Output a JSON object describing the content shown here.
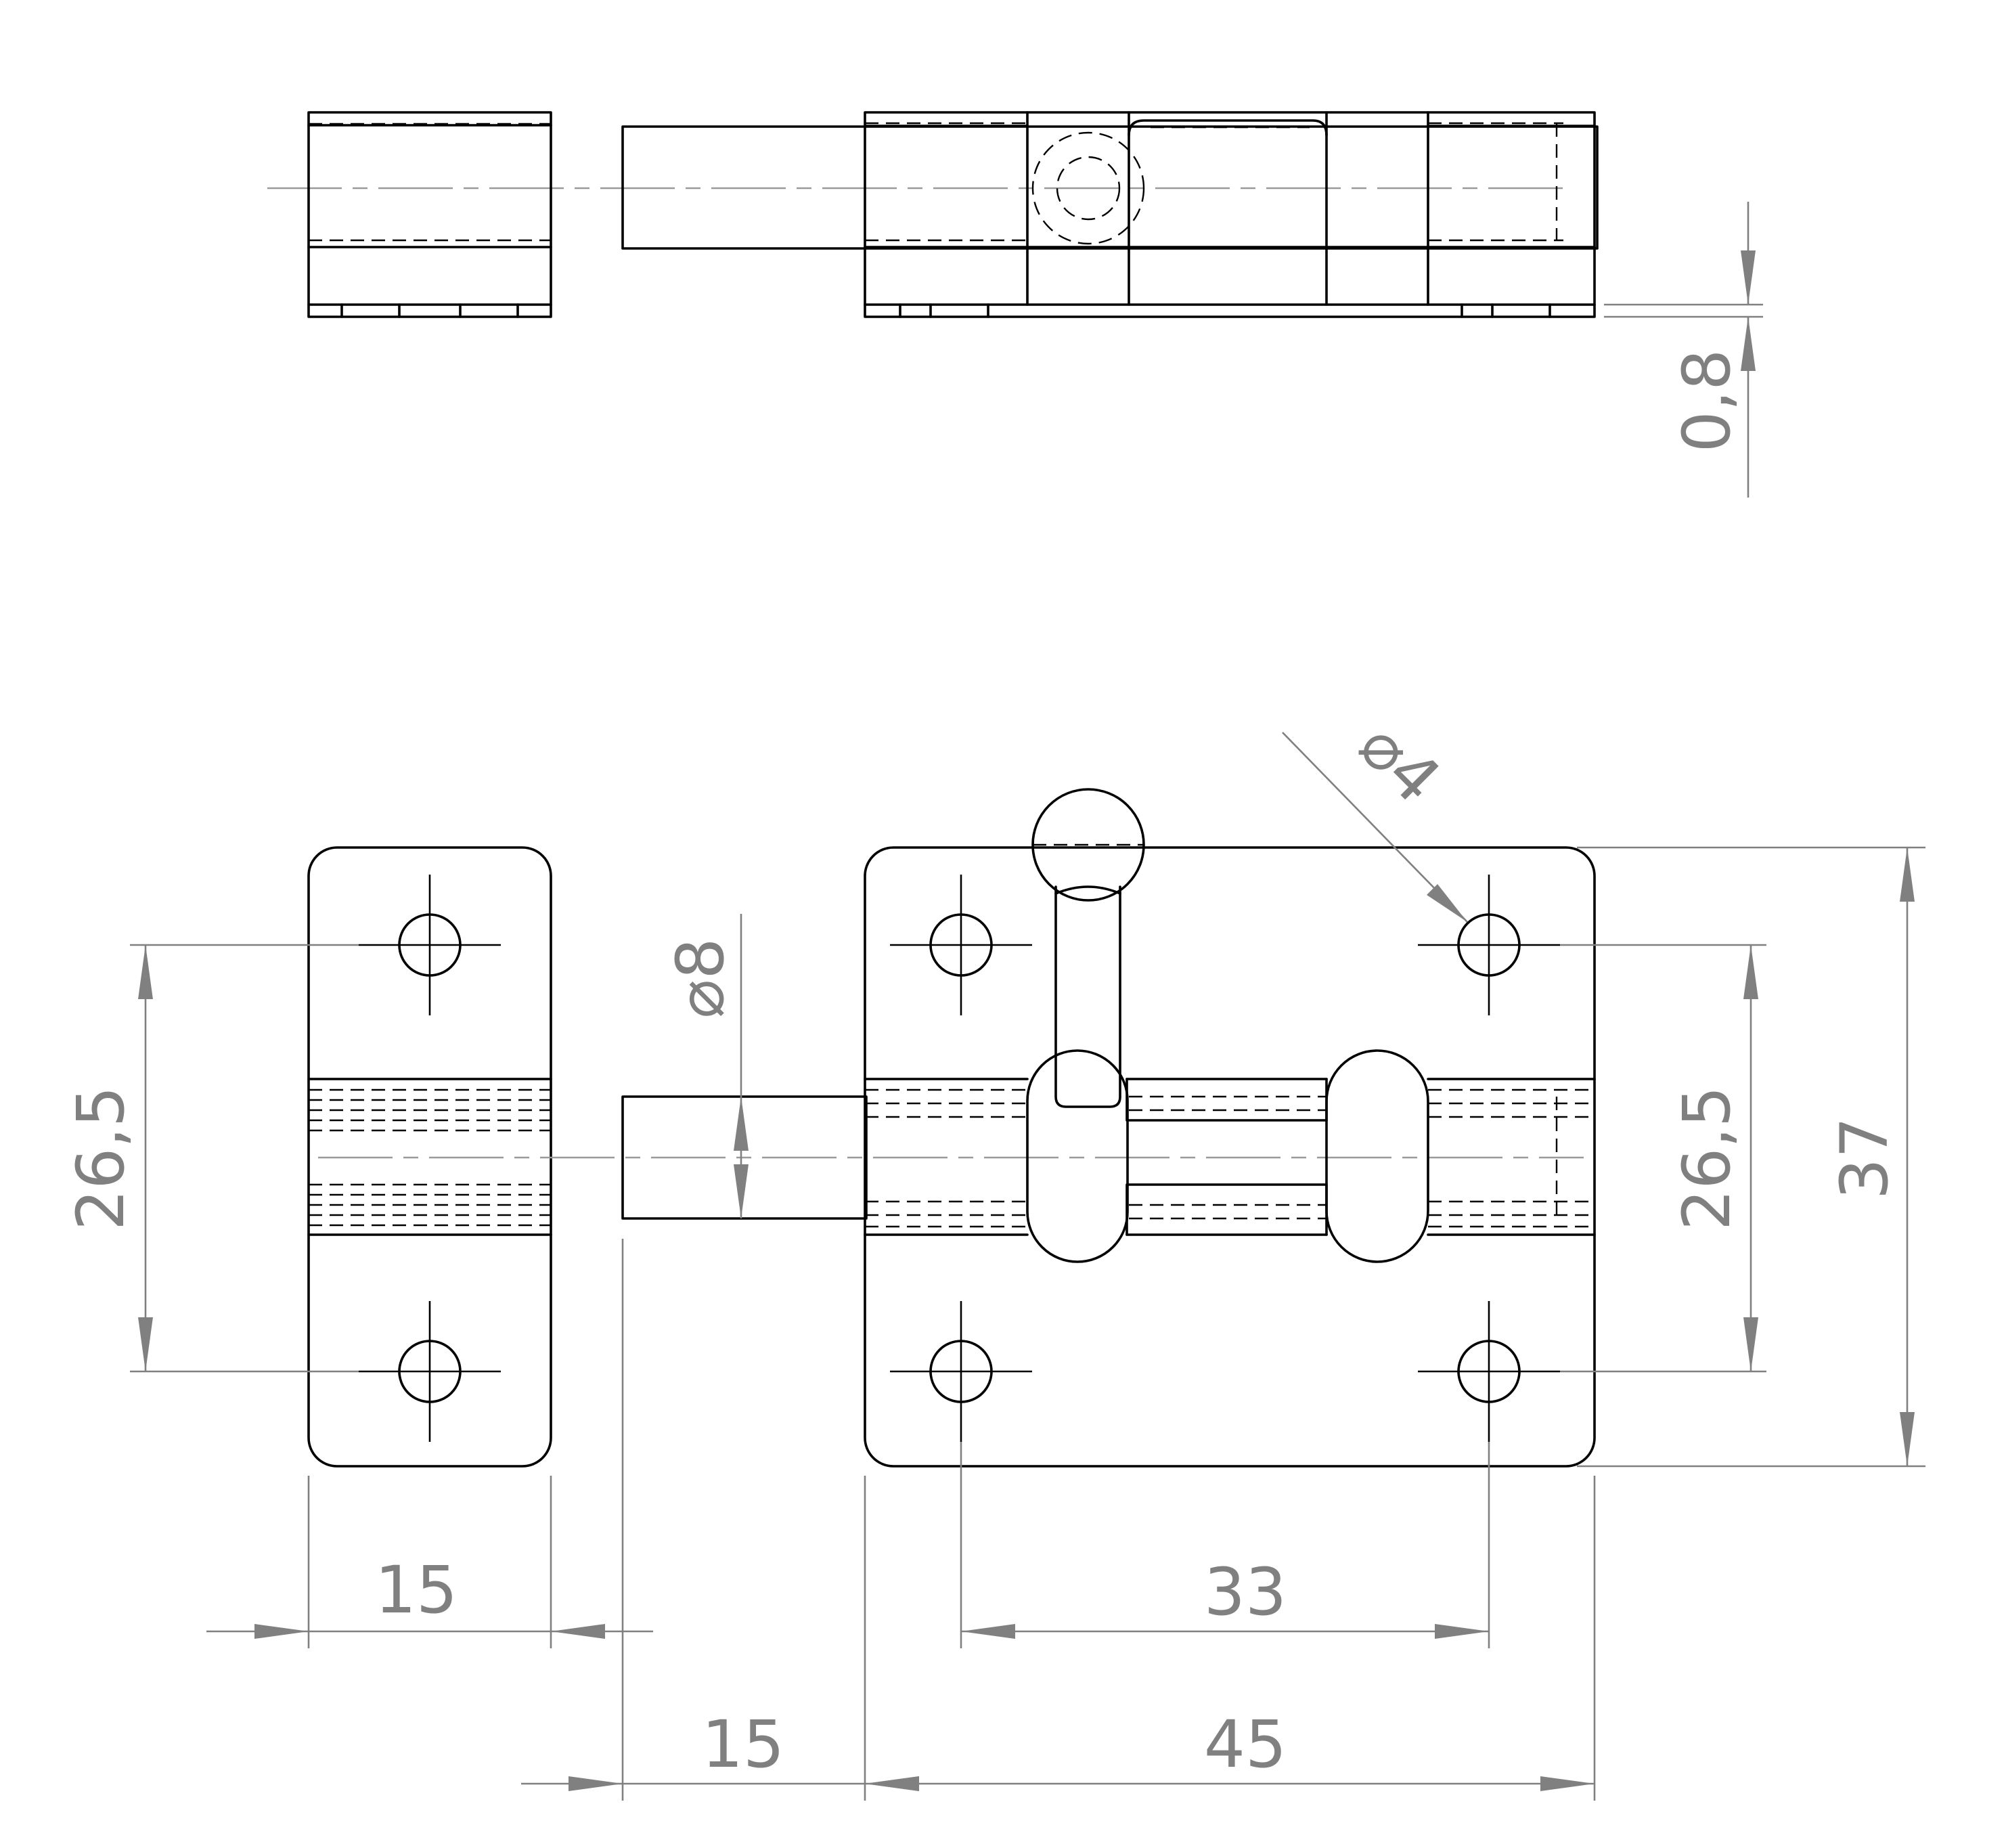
{
  "colors": {
    "part": "#000000",
    "dimension": "#808080",
    "background": "#ffffff"
  },
  "dimensions": {
    "gap": "0,8",
    "hole_diameter": "⌀4",
    "bolt_diameter": "⌀8",
    "keeper_hole_spacing": "26,5",
    "body_hole_spacing": "26,5",
    "body_height": "37",
    "keeper_width": "15",
    "gap_width": "15",
    "hole_pitch": "33",
    "body_width": "45"
  }
}
